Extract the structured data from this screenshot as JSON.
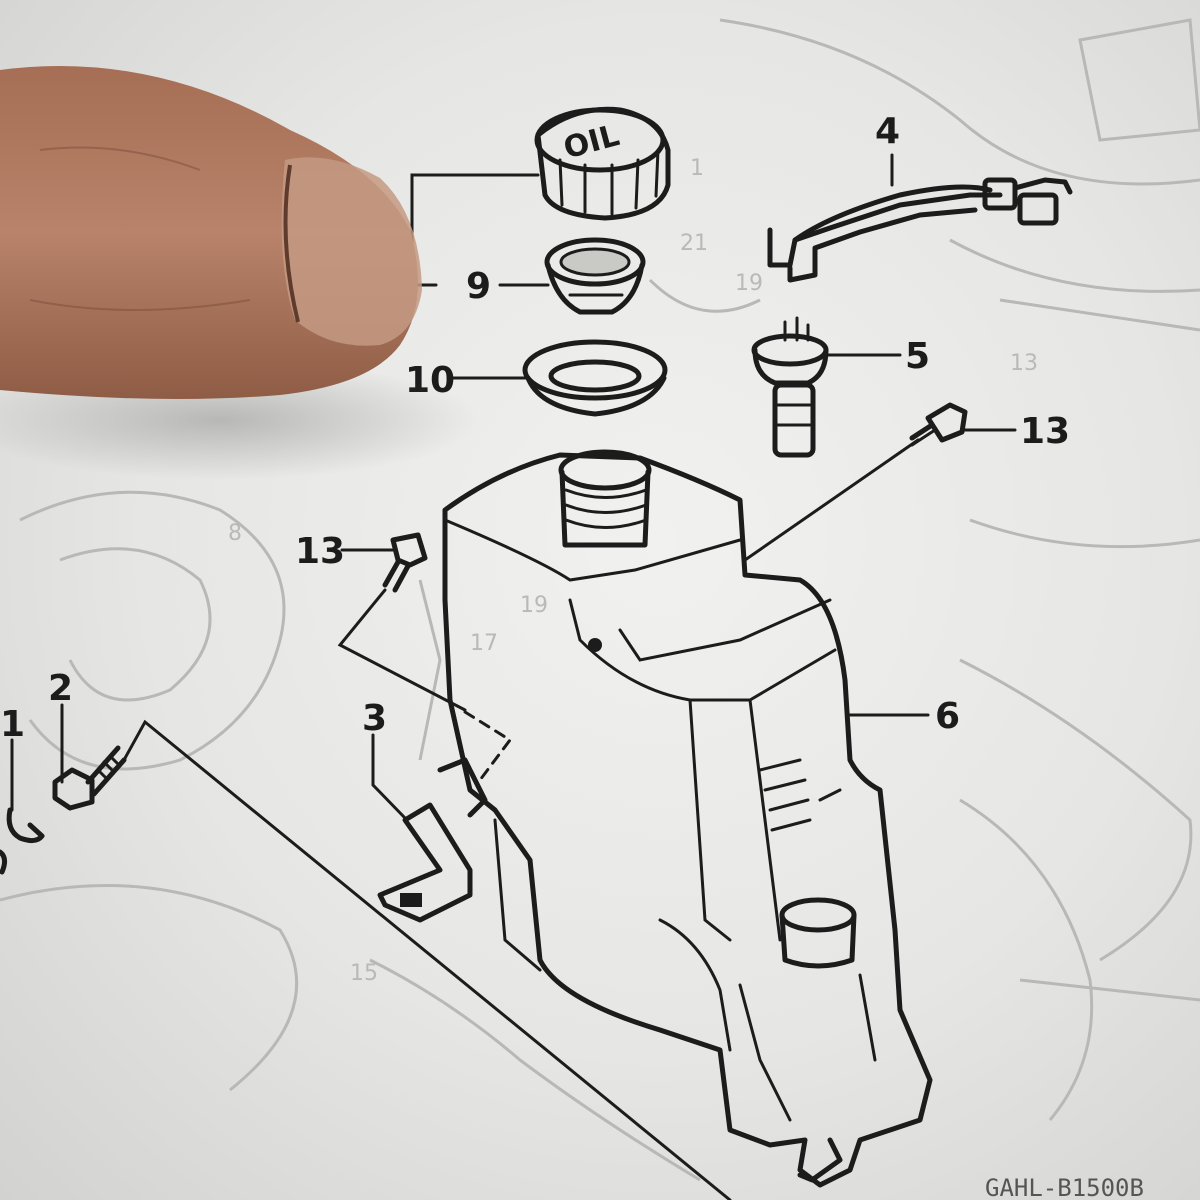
{
  "diagram": {
    "callouts": {
      "c1": "1",
      "c2": "2",
      "c3": "3",
      "c4": "4",
      "c5": "5",
      "c6": "6",
      "c9": "9",
      "c10": "10",
      "c13a": "13",
      "c13b": "13"
    },
    "cap_marking": "OIL",
    "footer_code": "GAHL-B1500B"
  },
  "background_labels": [
    "1",
    "21",
    "19",
    "17",
    "19",
    "15",
    "8",
    "13"
  ],
  "colors": {
    "ink": "#1c1c1c",
    "ghost_lines": "#b8b8b8",
    "paper": "#efefed",
    "finger_skin": "#b07a5e"
  }
}
